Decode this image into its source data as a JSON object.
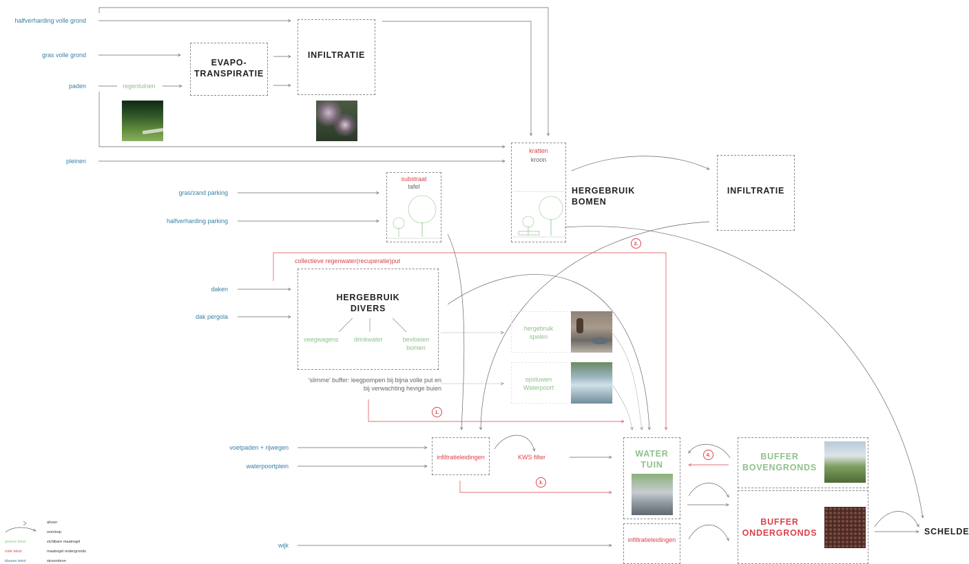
{
  "sources": {
    "halfverharding_volle_grond": "halfverharding volle grond",
    "gras_volle_grond": "gras volle grond",
    "paden": "paden",
    "pleinen": "pleinen",
    "gras_zand_parking": "gras/zand parking",
    "halfverharding_parking": "halfverharding parking",
    "daken": "daken",
    "dak_pergola": "dak pergola",
    "voetpaden_rijwegen": "voetpaden + rijwegen",
    "waterpoortplein": "waterpoortplein",
    "wijk": "wijk"
  },
  "measures": {
    "regentuinen": "regentuinen",
    "evapo_title": "EVAPO-\nTRANSPIRATIE",
    "infiltratie_top": "INFILTRATIE",
    "kratten": "kratten",
    "kroon": "kroon",
    "substraat": "substraat",
    "tafel": "tafel",
    "hergebruik_bomen": "HERGEBRUIK BOMEN",
    "infiltratie_right": "INFILTRATIE",
    "collectieve_put": "collectieve regenwater(recuperatie)put",
    "hergebruik_divers": "HERGEBRUIK\nDIVERS",
    "veegwagens": "veegwagens",
    "drinkwater": "drinkwater",
    "bevloeien_bomen": "bevloeien\nbomen",
    "slimme_buffer": "'slimme' buffer: leegpompen bij bijna volle put en\nbij verwachting hevige buien",
    "hergebruik_spelen": "hergebruik\nspelen",
    "opstuwen_waterpoort": "opstuwen\nWaterpoort",
    "infiltratieleidingen_mid": "infiltratieleidingen",
    "kws_filter": "KWS filter",
    "water_tuin": "WATER\nTUIN",
    "infiltratieleidingen_bottom": "infiltratieleidingen",
    "buffer_bovengronds": "BUFFER\nBOVENGRONDS",
    "buffer_ondergronds": "BUFFER\nONDERGRONDS",
    "schelde": "SCHELDE"
  },
  "badges": [
    "1.",
    "2.",
    "3.",
    "4."
  ],
  "legend": {
    "items": [
      {
        "key": ">",
        "text": "afvoer"
      },
      {
        "key": "",
        "text": "overloop"
      },
      {
        "key": "groene tekst",
        "text": "zichtbare maatregel"
      },
      {
        "key": "rode tekst",
        "text": "maatregel ondergronds"
      },
      {
        "key": "blauwe tekst",
        "text": "stroombron"
      }
    ]
  },
  "colors": {
    "blue": "#3a7fa6",
    "green": "#8fc08c",
    "red": "#d9434b",
    "line": "#666666"
  }
}
